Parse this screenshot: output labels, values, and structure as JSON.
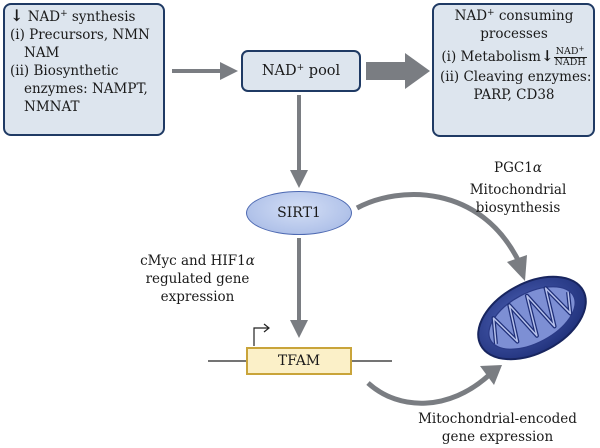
{
  "synthesis": {
    "title": "NAD",
    "title_sup": "+",
    "title_rest": " synthesis",
    "line1": "(i) Precursors, NMN",
    "line2": "NAM",
    "line3": "(ii) Biosynthetic",
    "line4": "enzymes: NAMPT,",
    "line5": "NMNAT",
    "indicator": "↓"
  },
  "pool": {
    "label": "NAD",
    "sup": "+",
    "rest": " pool"
  },
  "consuming": {
    "title": "NAD",
    "title_sup": "+",
    "title_rest": " consuming",
    "line2": "processes",
    "line3": "(i) Metabolism",
    "arrow": "↓",
    "frac_num": "NAD",
    "frac_num_sup": "+",
    "frac_den": "NADH",
    "line4": "(ii) Cleaving enzymes:",
    "line5": "PARP, CD38"
  },
  "sirt1": "SIRT1",
  "tfam": "TFAM",
  "pgc": {
    "line1a": "PGC1",
    "line1b": "α",
    "line2": "Mitochondrial",
    "line3": "biosynthesis"
  },
  "cmyc": {
    "line1a": "cMyc and HIF1",
    "line1b": "α",
    "line2": "regulated gene",
    "line3": "expression"
  },
  "mito_expr": {
    "line1": "Mitochondrial-encoded",
    "line2": "gene expression"
  },
  "colors": {
    "arrow": "#7a7d82",
    "box_fill": "#dde5ee",
    "box_border": "#1f3a64",
    "mito_outer": "#2c3f8c",
    "tfam_fill": "#fbf0c8"
  }
}
